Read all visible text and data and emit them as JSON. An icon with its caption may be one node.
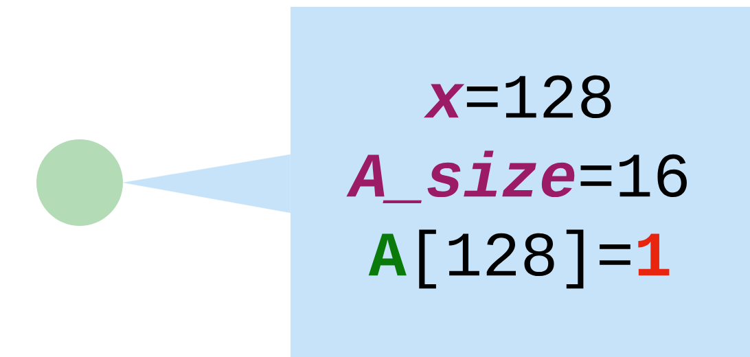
{
  "diagram": {
    "nodes": [
      {
        "text": [],
        "shape": "circle"
      },
      {
        "text": [
          "x",
          "=128",
          "A_size",
          "=16",
          "A",
          "[128]=",
          "1"
        ]
      }
    ],
    "edges": [
      {
        "from": 1,
        "to": 0,
        "arrow": "none"
      }
    ]
  }
}
